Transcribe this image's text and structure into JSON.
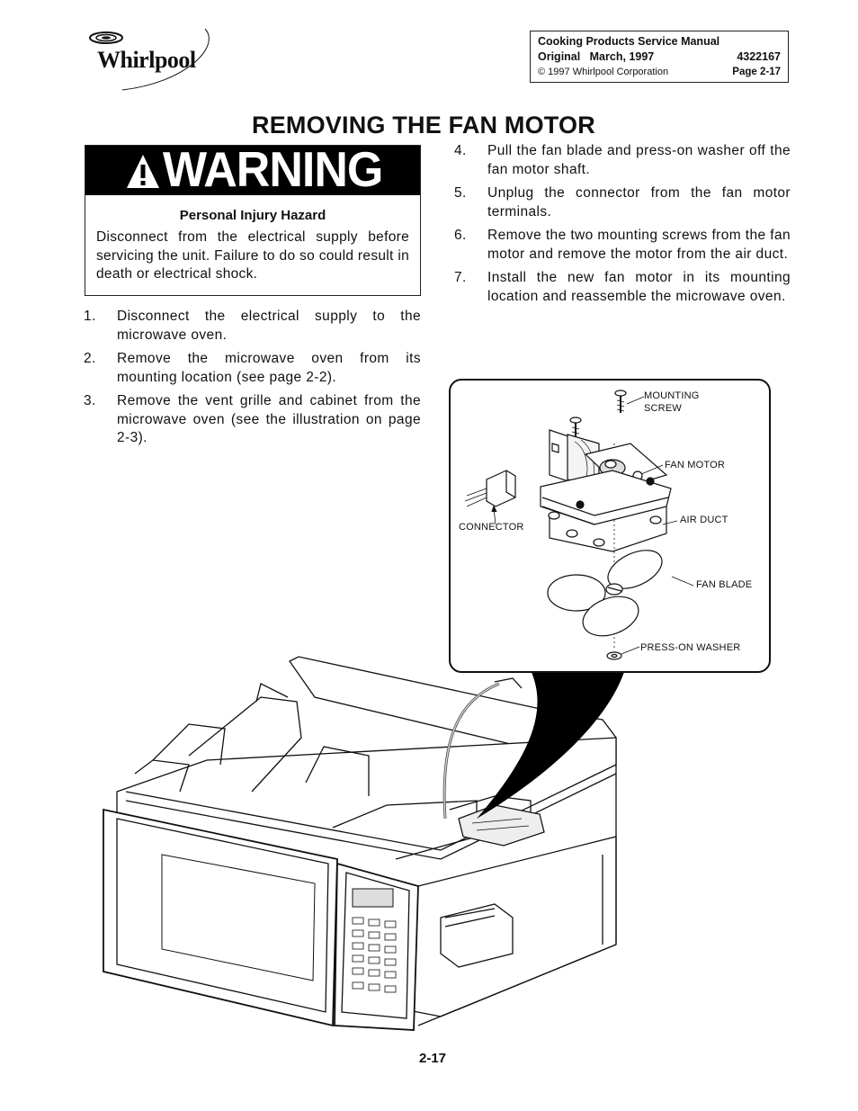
{
  "brand": {
    "name": "Whirlpool"
  },
  "header": {
    "manual_title": "Cooking Products Service Manual",
    "edition": "Original   March, 1997",
    "part_number": "4322167",
    "copyright": "© 1997 Whirlpool Corporation",
    "page_ref": "Page 2-17"
  },
  "page_title": "REMOVING THE FAN MOTOR",
  "warning": {
    "banner": "WARNING",
    "heading": "Personal Injury Hazard",
    "body": "Disconnect from the electrical supply before servicing the unit. Failure to do so could result in death or electrical shock."
  },
  "steps_left": [
    {
      "num": "1.",
      "text": "Disconnect the electrical supply to the microwave oven."
    },
    {
      "num": "2.",
      "text": "Remove the microwave oven from its mounting location (see page 2-2)."
    },
    {
      "num": "3.",
      "text": "Remove the vent grille and cabinet from the microwave oven (see the illustration on page 2-3)."
    }
  ],
  "steps_right": [
    {
      "num": "4.",
      "text": "Pull the fan blade and press-on washer off the fan motor shaft."
    },
    {
      "num": "5.",
      "text": "Unplug the connector from the fan motor terminals."
    },
    {
      "num": "6.",
      "text": "Remove the two mounting screws from the fan motor and remove the motor from the air duct."
    },
    {
      "num": "7.",
      "text": "Install the new fan motor in its mounting location and reassemble the microwave oven."
    }
  ],
  "figure_callouts": {
    "mounting_screw_1": "MOUNTING",
    "mounting_screw_2": "SCREW",
    "fan_motor": "FAN MOTOR",
    "air_duct": "AIR DUCT",
    "connector": "CONNECTOR",
    "fan_blade": "FAN BLADE",
    "press_on_washer": "PRESS-ON WASHER"
  },
  "page_number": "2-17"
}
